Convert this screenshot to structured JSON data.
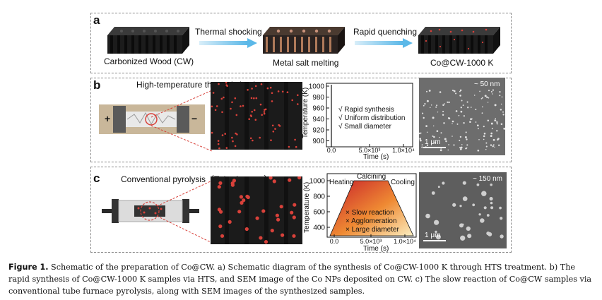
{
  "panel_a": {
    "label": "a",
    "step1_text": "Thermal shocking",
    "step2_text": "Rapid quenching",
    "stage1": "Carbonized Wood (CW)",
    "stage2": "Metal salt melting",
    "stage3": "Co@CW-1000 K"
  },
  "panel_b": {
    "label": "b",
    "title": "High-temperature thermal shock",
    "plus": "+",
    "minus": "−",
    "chart": {
      "ylabel": "Temperature (K)",
      "xlabel": "Time (s)",
      "yticks": [
        "1000",
        "980",
        "960",
        "940",
        "920",
        "900"
      ],
      "xticks": [
        "0.0",
        "5.0×10³",
        "1.0×10⁴"
      ],
      "notes": [
        "√ Rapid synthesis",
        "√ Uniform distribution",
        "√ Small diameter"
      ]
    },
    "sem_size": "~ 50 nm",
    "sem_scale": "1 μm"
  },
  "panel_c": {
    "label": "c",
    "title": "Conventional pyrolysis（Tube furnace）",
    "chart": {
      "ylabel": "Temperature (K)",
      "xlabel": "Time (s)",
      "yticks": [
        "1000",
        "800",
        "600",
        "400"
      ],
      "xticks": [
        "0.0",
        "5.0×10³",
        "1.0×10⁴"
      ],
      "phase_heating": "Heating",
      "phase_calcining": "Calcining",
      "phase_cooling": "Cooling",
      "notes": [
        "× Slow reaction",
        "× Agglomeration",
        "× Large diameter"
      ]
    },
    "sem_size": "~ 150 nm",
    "sem_scale": "1 μm"
  },
  "caption": {
    "label": "Figure 1.",
    "text": " Schematic of the preparation of Co@CW. a) Schematic diagram of the synthesis of Co@CW-1000 K through HTS treatment. b) The rapid synthesis of Co@CW-1000 K samples via HTS, and SEM image of the Co NPs deposited on CW. c) The slow reaction of Co@CW samples via conventional tube furnace pyrolysis, along with SEM images of the synthesized samples."
  },
  "colors": {
    "arrow": "#5bb8e8",
    "wood": "#1e1e1e",
    "particle": "#d8413a",
    "sem": "#6d6d6d"
  }
}
